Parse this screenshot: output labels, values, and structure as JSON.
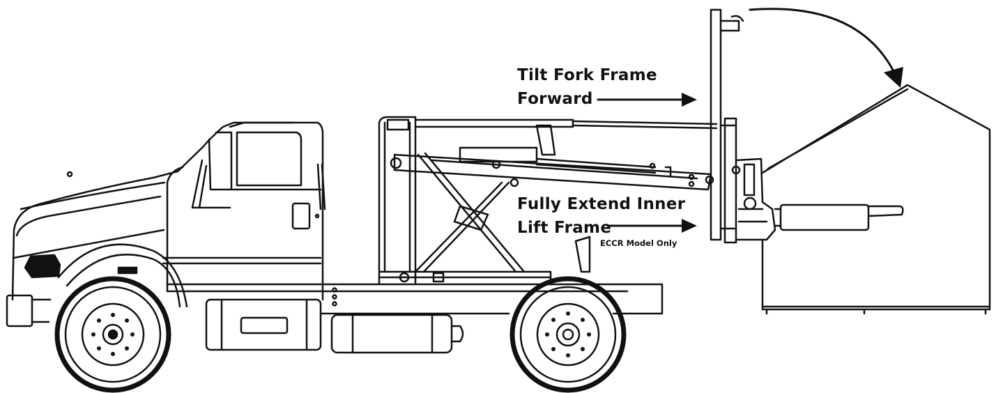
{
  "labels": {
    "tilt_line1": "Tilt Fork Frame",
    "tilt_line2": "Forward",
    "fully_line1": "Fully Extend Inner",
    "fully_line2": "Lift Frame",
    "eccr_note": "ECCR Model Only"
  },
  "colors": {
    "line": "#111111",
    "background": "#ffffff"
  }
}
